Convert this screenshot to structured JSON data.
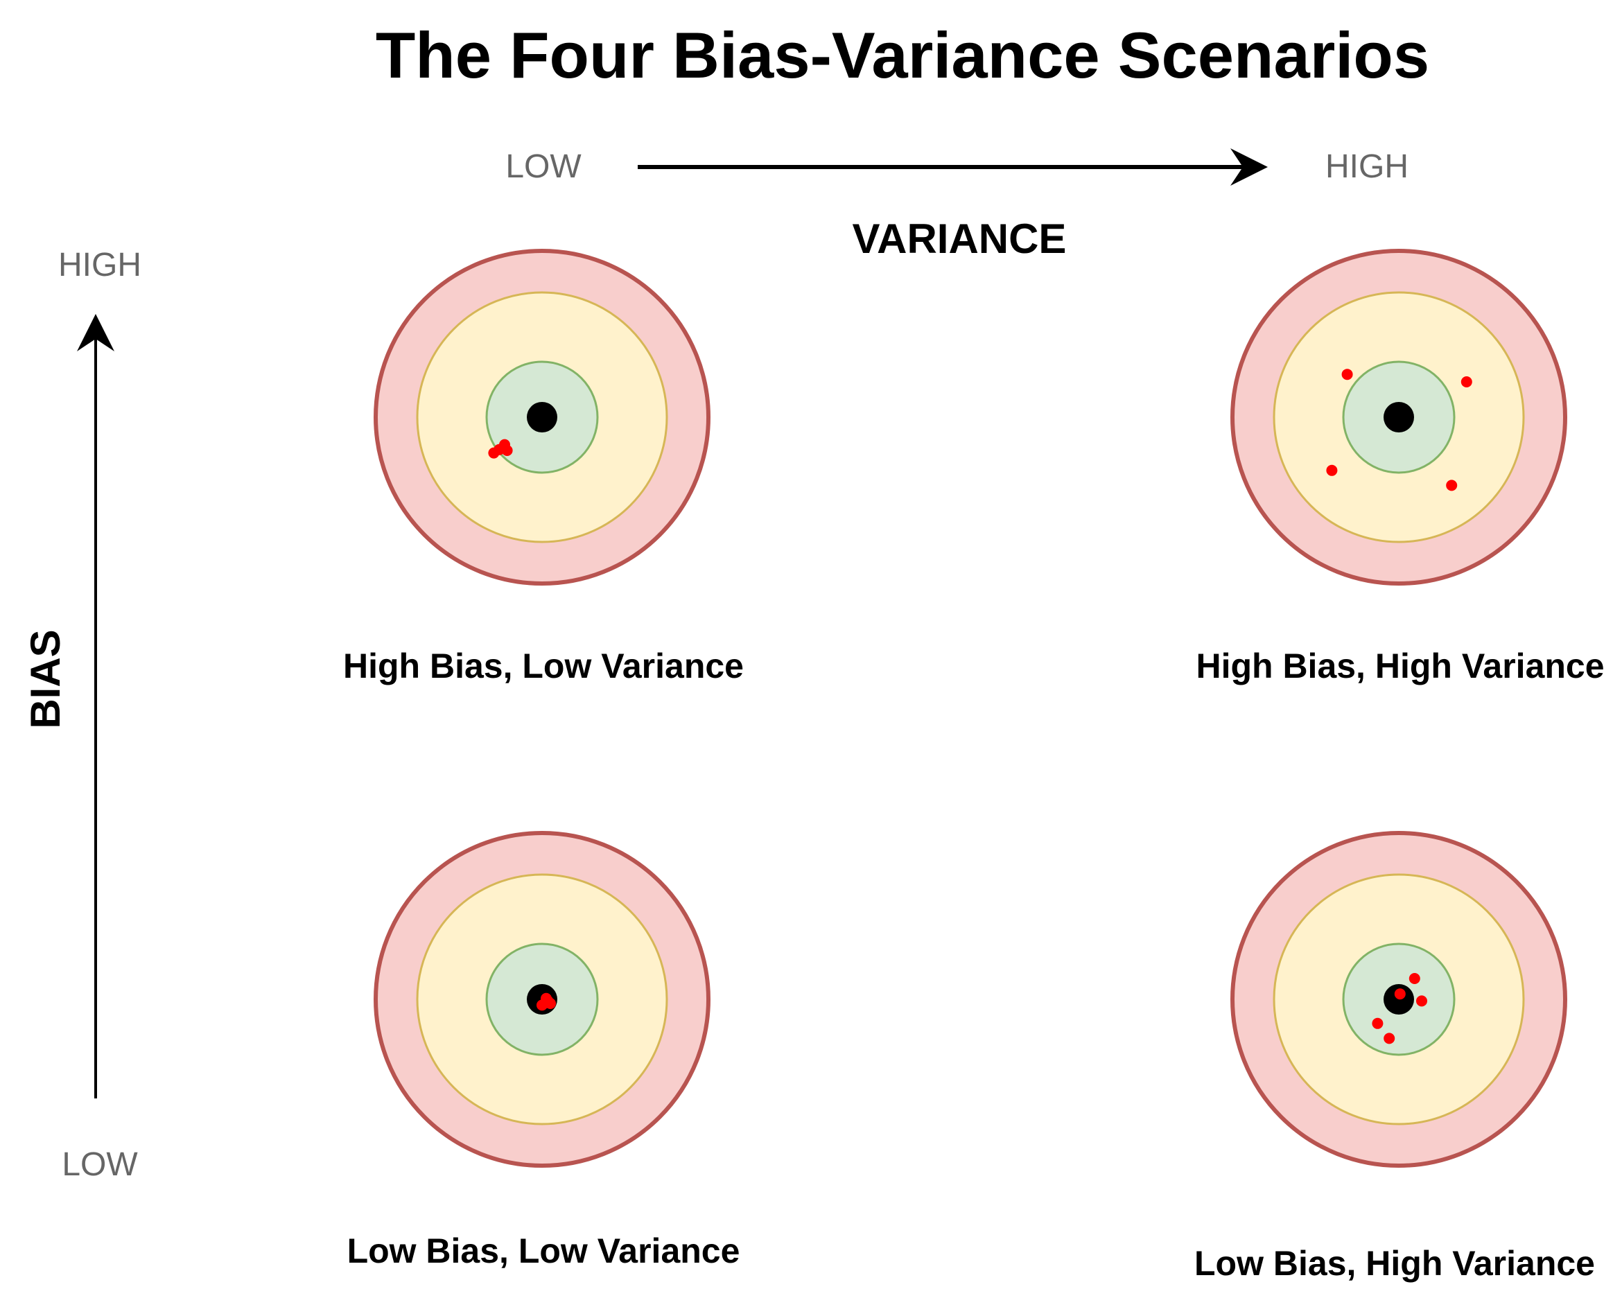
{
  "title": "The Four Bias-Variance Scenarios",
  "axes": {
    "variance": {
      "name": "VARIANCE",
      "low_label": "LOW",
      "high_label": "HIGH"
    },
    "bias": {
      "name": "BIAS",
      "low_label": "LOW",
      "high_label": "HIGH"
    }
  },
  "colors": {
    "outer_ring_fill": "#f8cecc",
    "outer_ring_stroke": "#b85450",
    "middle_ring_fill": "#fff2cc",
    "middle_ring_stroke": "#d6b656",
    "inner_ring_fill": "#d5e8d4",
    "inner_ring_stroke": "#82b366",
    "bullseye": "#000000",
    "hit": "#ff0000"
  },
  "panels": [
    {
      "id": "high-bias-low-variance",
      "label": "High Bias, Low Variance",
      "bias": "high",
      "variance": "low",
      "hits": [
        [
          -1.16,
          -0.86
        ],
        [
          -1.03,
          -0.78
        ],
        [
          -0.9,
          -0.66
        ],
        [
          -0.84,
          -0.8
        ]
      ]
    },
    {
      "id": "high-bias-high-variance",
      "label": "High Bias, High Variance",
      "bias": "high",
      "variance": "high",
      "hits": [
        [
          -1.24,
          1.03
        ],
        [
          1.63,
          0.85
        ],
        [
          -1.61,
          -1.28
        ],
        [
          1.27,
          -1.64
        ]
      ]
    },
    {
      "id": "low-bias-low-variance",
      "label": "Low Bias, Low Variance",
      "bias": "low",
      "variance": "low",
      "hits": [
        [
          0.0,
          -0.14
        ],
        [
          0.1,
          -0.08
        ],
        [
          0.2,
          -0.1
        ],
        [
          0.1,
          0.02
        ],
        [
          0.14,
          -0.04
        ]
      ]
    },
    {
      "id": "low-bias-high-variance",
      "label": "Low Bias, High Variance",
      "bias": "low",
      "variance": "high",
      "hits": [
        [
          0.38,
          0.5
        ],
        [
          0.55,
          -0.04
        ],
        [
          0.03,
          0.13
        ],
        [
          -0.51,
          -0.58
        ],
        [
          -0.23,
          -0.94
        ]
      ]
    }
  ]
}
